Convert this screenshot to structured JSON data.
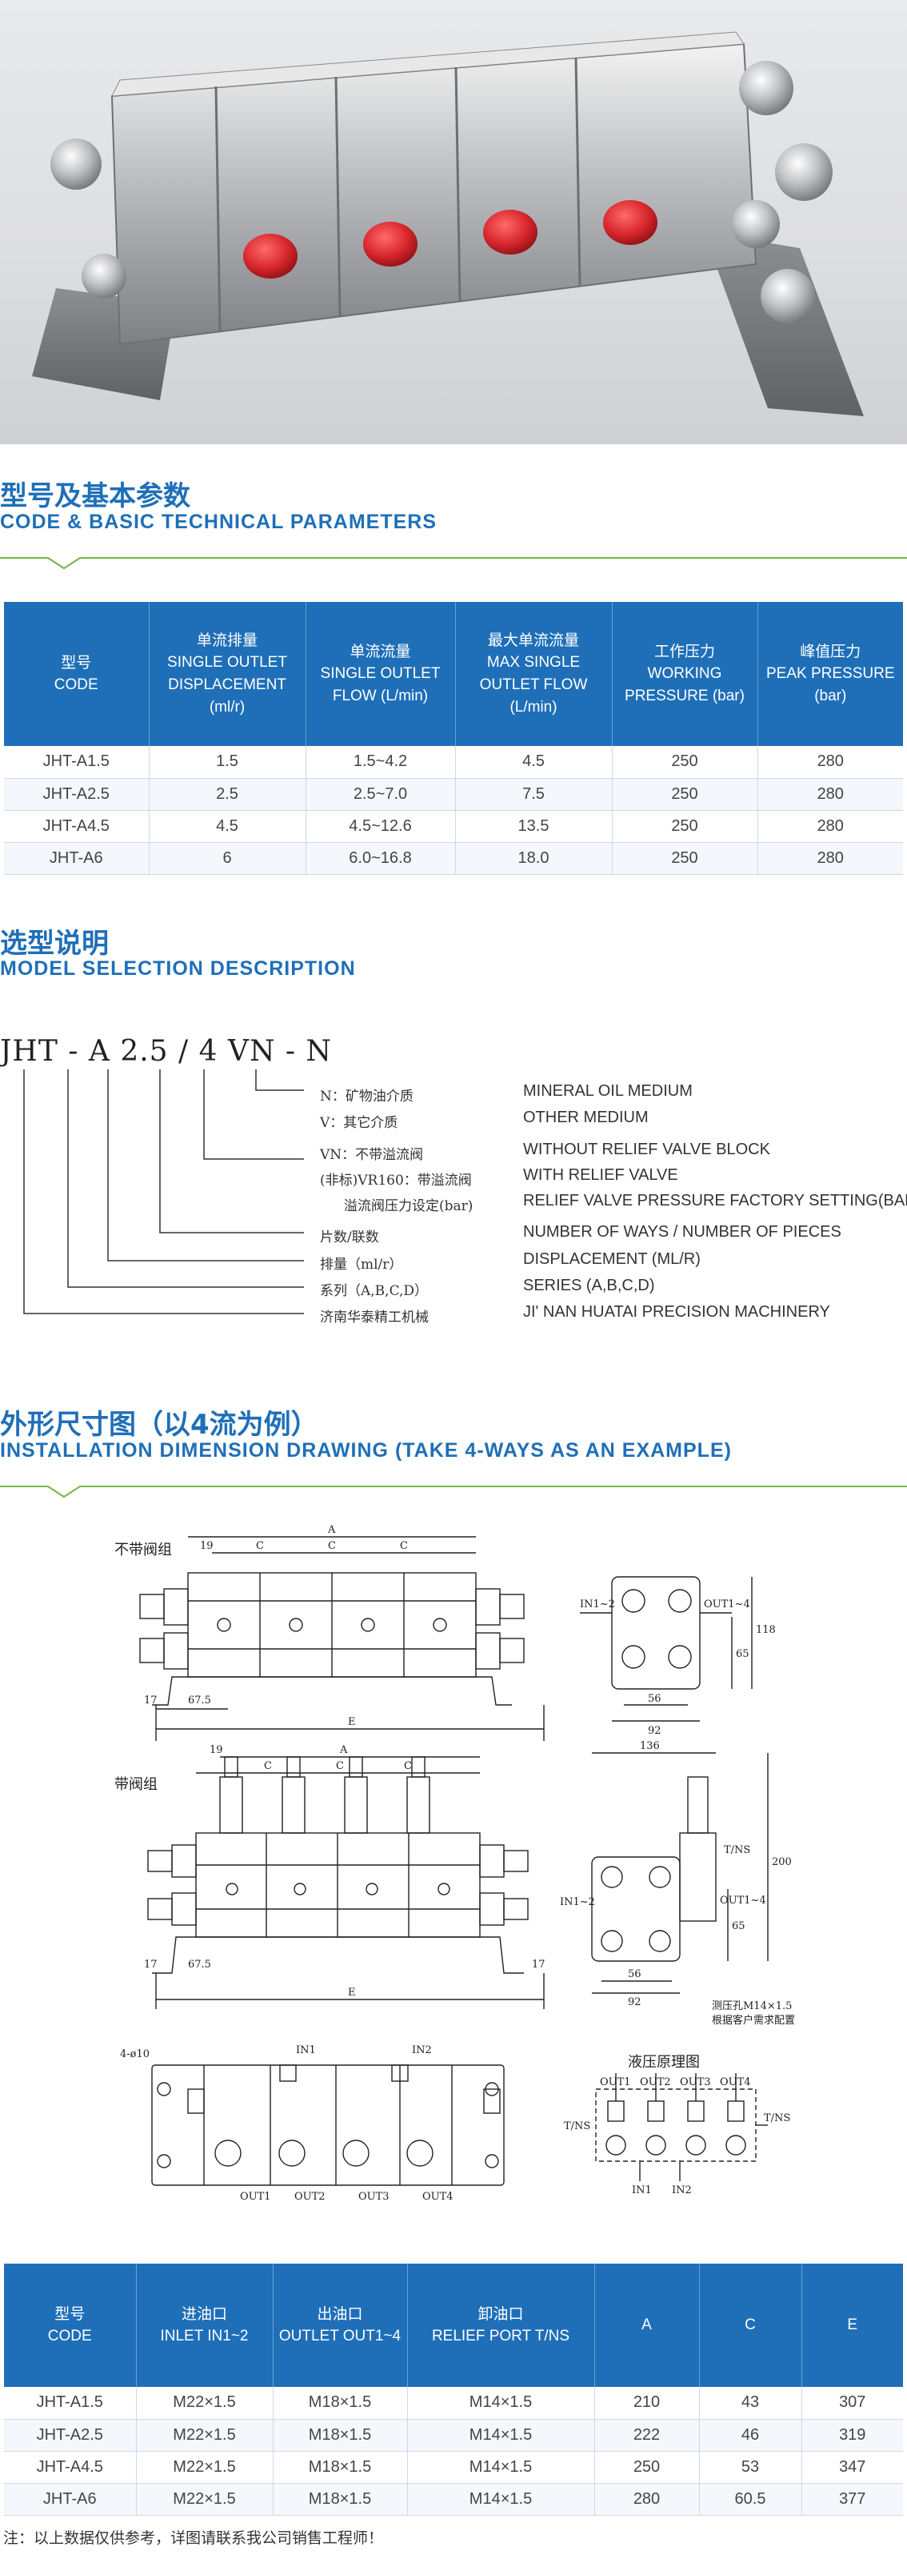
{
  "sections": {
    "params": {
      "cn": "型号及基本参数",
      "en": "CODE & BASIC TECHNICAL PARAMETERS"
    },
    "model": {
      "cn": "选型说明",
      "en": "MODEL SELECTION DESCRIPTION"
    },
    "install": {
      "cn": "外形尺寸图（以4流为例）",
      "en": "INSTALLATION DIMENSION DRAWING (TAKE 4-WAYS AS AN EXAMPLE)"
    }
  },
  "params_table": {
    "headers": [
      {
        "cn": "型号",
        "en": "CODE"
      },
      {
        "cn": "单流排量",
        "en": "SINGLE OUTLET DISPLACEMENT (ml/r)"
      },
      {
        "cn": "单流流量",
        "en": "SINGLE OUTLET FLOW (L/min)"
      },
      {
        "cn": "最大单流流量",
        "en": "MAX SINGLE OUTLET FLOW (L/min)"
      },
      {
        "cn": "工作压力",
        "en": "WORKING PRESSURE (bar)"
      },
      {
        "cn": "峰值压力",
        "en": "PEAK PRESSURE (bar)"
      }
    ],
    "rows": [
      [
        "JHT-A1.5",
        "1.5",
        "1.5~4.2",
        "4.5",
        "250",
        "280"
      ],
      [
        "JHT-A2.5",
        "2.5",
        "2.5~7.0",
        "7.5",
        "250",
        "280"
      ],
      [
        "JHT-A4.5",
        "4.5",
        "4.5~12.6",
        "13.5",
        "250",
        "280"
      ],
      [
        "JHT-A6",
        "6",
        "6.0~16.8",
        "18.0",
        "250",
        "280"
      ]
    ]
  },
  "model_selection": {
    "code": "JHT - A 2.5 / 4   VN - N",
    "items": [
      {
        "cn": "N：矿物油介质",
        "en": "MINERAL OIL MEDIUM"
      },
      {
        "cn": "V：其它介质",
        "en": "OTHER MEDIUM"
      },
      {
        "cn": "VN：不带溢流阀",
        "en": "WITHOUT RELIEF VALVE BLOCK"
      },
      {
        "cn": "(非标)VR160：带溢流阀",
        "en": "WITH RELIEF VALVE"
      },
      {
        "cn": "溢流阀压力设定(bar)",
        "en": "RELIEF VALVE PRESSURE FACTORY SETTING(BAR)"
      },
      {
        "cn": "片数/联数",
        "en": "NUMBER OF WAYS / NUMBER OF PIECES"
      },
      {
        "cn": "排量（ml/r）",
        "en": "DISPLACEMENT (ML/R)"
      },
      {
        "cn": "系列（A,B,C,D）",
        "en": "SERIES (A,B,C,D)"
      },
      {
        "cn": "济南华泰精工机械",
        "en": "JI' NAN HUATAI PRECISION MACHINERY"
      }
    ]
  },
  "drawing": {
    "label_no_valve": "不带阀组",
    "label_with_valve": "带阀组",
    "label_hydraulic": "液压原理图",
    "note_cn_1": "测压孔M14×1.5",
    "note_cn_2": "根据客户需求配置",
    "dims": {
      "d19": "19",
      "dC": "C",
      "dA": "A",
      "dE": "E",
      "d17": "17",
      "d675": "67.5",
      "d56": "56",
      "d92": "92",
      "d118": "118",
      "d65": "65",
      "d136": "136",
      "d200": "200",
      "holes": "4-ø10"
    },
    "ports": {
      "in12": "IN1~2",
      "out14": "OUT1~4",
      "tns": "T/NS",
      "in1": "IN1",
      "in2": "IN2",
      "out1": "OUT1",
      "out2": "OUT2",
      "out3": "OUT3",
      "out4": "OUT4"
    }
  },
  "ports_table": {
    "headers": [
      {
        "cn": "型号",
        "en": "CODE"
      },
      {
        "cn": "进油口",
        "en": "INLET IN1~2"
      },
      {
        "cn": "出油口",
        "en": "OUTLET OUT1~4"
      },
      {
        "cn": "卸油口",
        "en": "RELIEF PORT T/NS"
      },
      {
        "cn": "",
        "en": "A"
      },
      {
        "cn": "",
        "en": "C"
      },
      {
        "cn": "",
        "en": "E"
      }
    ],
    "rows": [
      [
        "JHT-A1.5",
        "M22×1.5",
        "M18×1.5",
        "M14×1.5",
        "210",
        "43",
        "307"
      ],
      [
        "JHT-A2.5",
        "M22×1.5",
        "M18×1.5",
        "M14×1.5",
        "222",
        "46",
        "319"
      ],
      [
        "JHT-A4.5",
        "M22×1.5",
        "M18×1.5",
        "M14×1.5",
        "250",
        "53",
        "347"
      ],
      [
        "JHT-A6",
        "M22×1.5",
        "M18×1.5",
        "M14×1.5",
        "280",
        "60.5",
        "377"
      ]
    ]
  },
  "note": "注：以上数据仅供参考，详图请联系我公司销售工程师！",
  "colors": {
    "brand_blue": "#1f6fb8",
    "accent_green": "#74b543",
    "cap_red": "#d8262c"
  }
}
